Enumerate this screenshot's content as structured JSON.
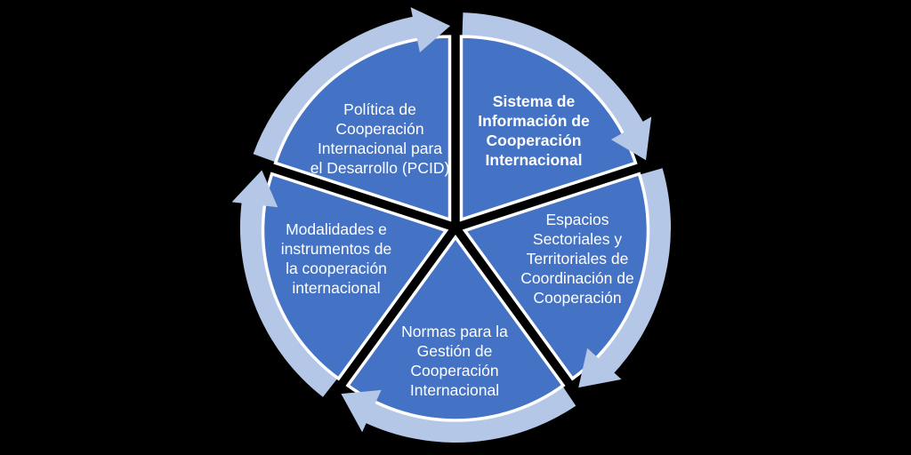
{
  "diagram": {
    "type": "cycle",
    "direction": "clockwise",
    "segment_count": 5,
    "segments": [
      {
        "id": "sistema-informacion",
        "label": "Sistema de\nInformación de\nCooperación\nInternacional",
        "bold": true
      },
      {
        "id": "espacios-coordinacion",
        "label": "Espacios\nSectoriales y\nTerritoriales de\nCoordinación de\nCooperación",
        "bold": false
      },
      {
        "id": "normas-gestion",
        "label": "Normas para la\nGestión de\nCooperación\nInternacional",
        "bold": false
      },
      {
        "id": "modalidades-instrumentos",
        "label": "Modalidades e\ninstrumentos de\nla cooperación\ninternacional",
        "bold": false
      },
      {
        "id": "politica-pcid",
        "label": "Política de\nCooperación\nInternacional para\nel Desarrollo (PCID)",
        "bold": false
      }
    ],
    "colors": {
      "segment_fill": "#4472C4",
      "segment_border": "#FFFFFF",
      "arrow_ring": "#B4C7E7",
      "label_text": "#FFFFFF",
      "background": "#000000"
    }
  }
}
